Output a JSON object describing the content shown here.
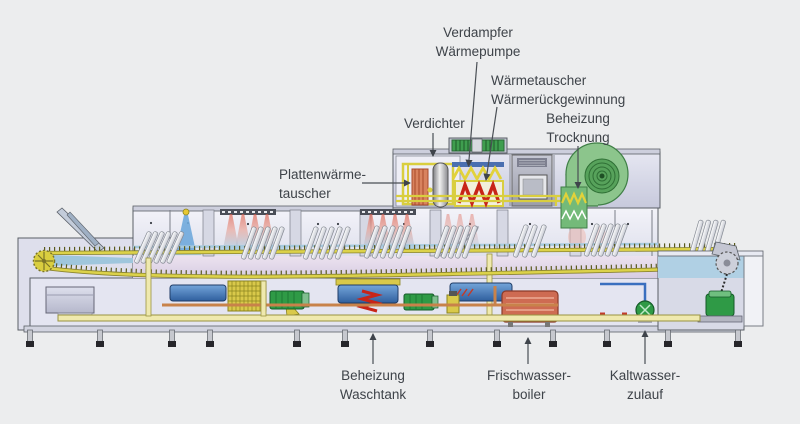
{
  "figure_labels": {
    "verdampfer": "Verdampfer\nWärmepumpe",
    "waermetauscher": "Wärmetauscher\nWärmerückgewinnung",
    "verdichter": "Verdichter",
    "beheizung_trocknung": "Beheizung\nTrocknung",
    "plattenwaermetauscher": "Plattenwärme-\ntauscher",
    "beheizung_waschtank": "Beheizung\nWaschtank",
    "frischwasserboiler": "Frischwasser-\nboiler",
    "kaltwasserzulauf": "Kaltwasser-\nzulauf"
  },
  "colors": {
    "background": "#ecedee",
    "label_text": "#3e4349",
    "leader_arrow": "#44494f",
    "machine_body": "#e2e3ef",
    "pipe_yellow": "#d9ce3f",
    "fan_green": "#3f9e4f",
    "heater_red": "#c82418",
    "tank_blue": "#4a7fbf",
    "boiler_salmon": "#ce6b52",
    "copper_pipe": "#c8824a",
    "water_blue": "#9cc8e0"
  }
}
